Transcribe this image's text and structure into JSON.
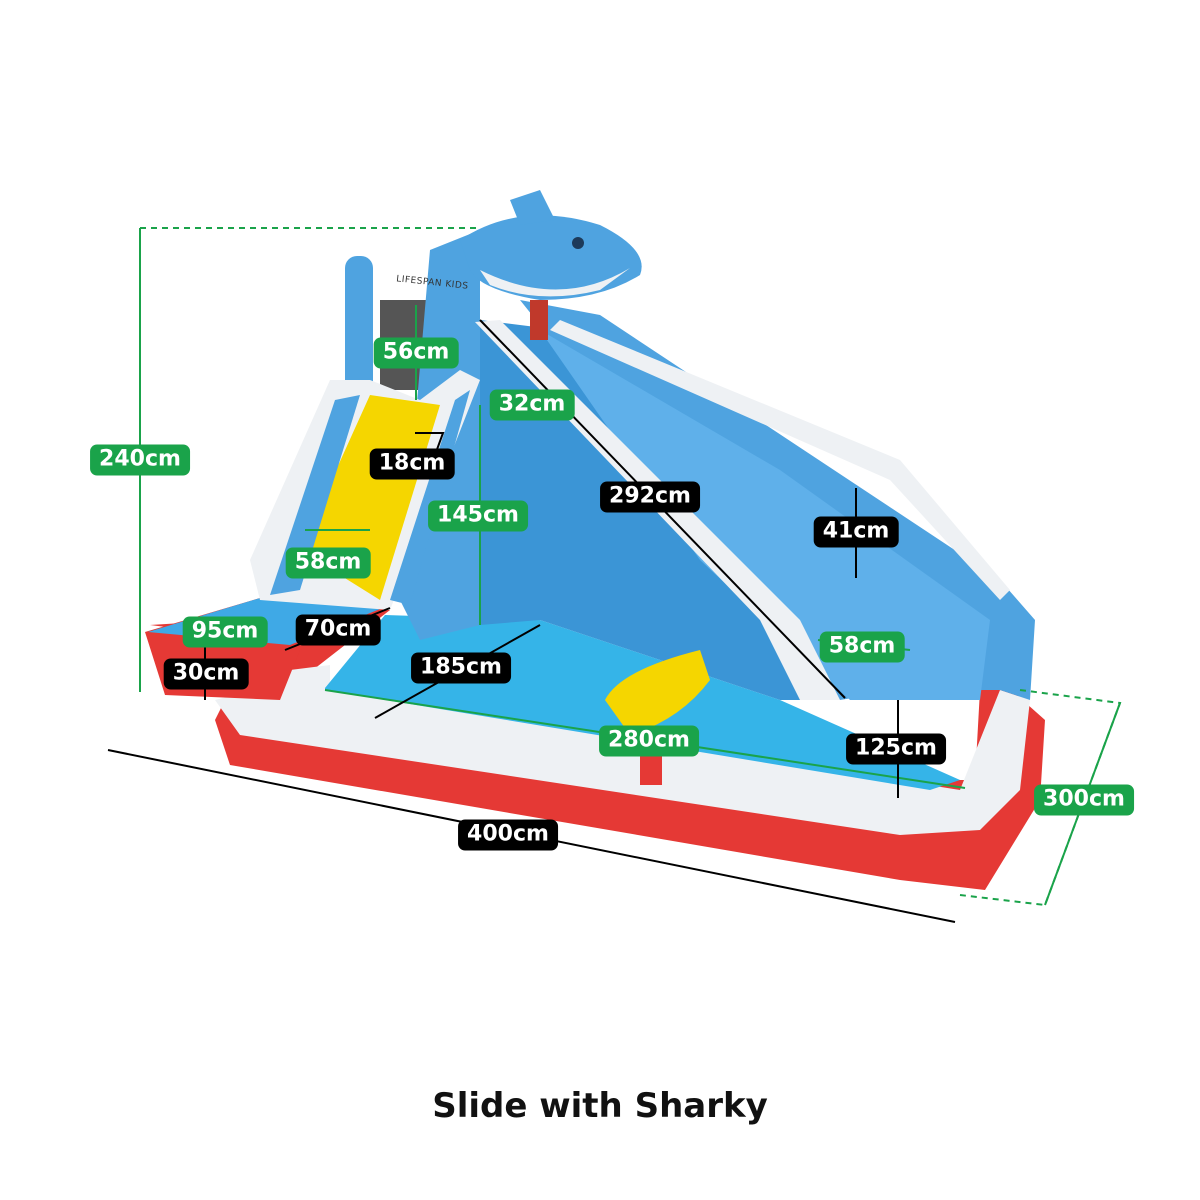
{
  "title": "Slide with Sharky",
  "brand_logo": "LIFESPAN KIDS",
  "colors": {
    "green": "#1aa34a",
    "black": "#000000",
    "blue": "#4fa3e0",
    "red": "#e53935",
    "yellow": "#f5d600"
  },
  "dimensions": {
    "total_height": "240cm",
    "climb_top_width": "56cm",
    "slide_top_width": "32cm",
    "climb_hold": "18cm",
    "wall_height": "145cm",
    "climb_width": "58cm",
    "step_depth": "95cm",
    "step_width": "70cm",
    "step_height": "30cm",
    "pool_depth": "185cm",
    "slide_length": "292cm",
    "slide_wall_height": "41cm",
    "slide_width": "58cm",
    "pool_length": "280cm",
    "slide_end_width": "125cm",
    "total_length": "400cm",
    "total_width": "300cm"
  }
}
